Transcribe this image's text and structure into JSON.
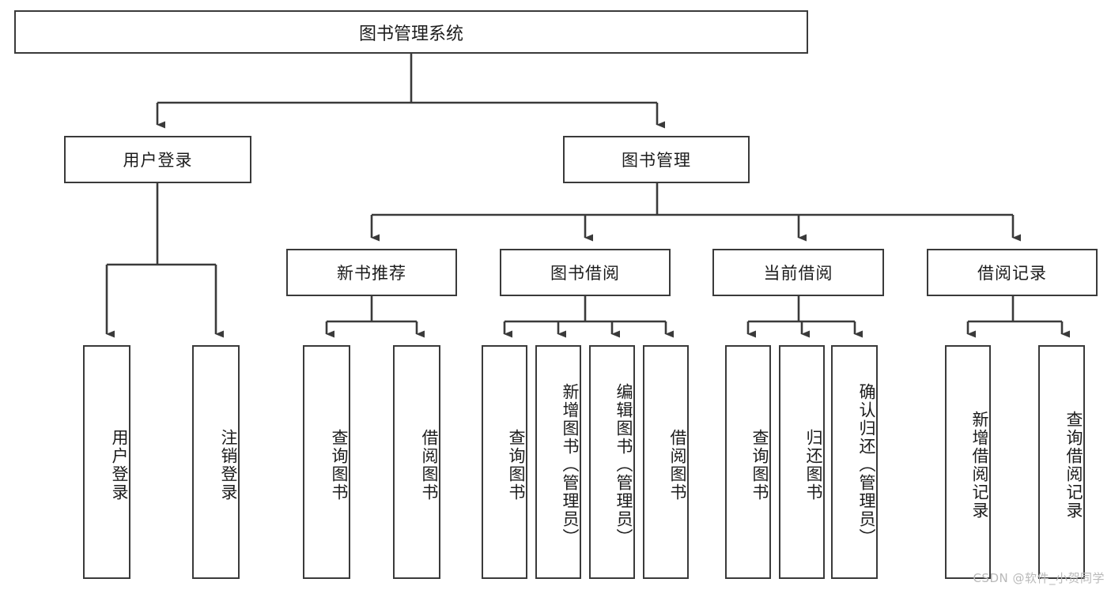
{
  "diagram": {
    "type": "tree",
    "title": "图书管理系统",
    "orientation": "top-down",
    "levels": 3,
    "colors": {
      "box_border": "#3a3a3a",
      "box_fill": "#ffffff",
      "connector": "#3a3a3a",
      "text": "#1c1c1c",
      "watermark": "#b9b9b9"
    }
  },
  "root": {
    "label": "图书管理系统"
  },
  "level2": [
    {
      "id": "user-login",
      "label": "用户登录"
    },
    {
      "id": "book-manage",
      "label": "图书管理"
    }
  ],
  "level3": [
    {
      "id": "new-book-recommend",
      "label": "新书推荐",
      "parent": "book-manage"
    },
    {
      "id": "book-borrow",
      "label": "图书借阅",
      "parent": "book-manage"
    },
    {
      "id": "current-borrow",
      "label": "当前借阅",
      "parent": "book-manage"
    },
    {
      "id": "borrow-record",
      "label": "借阅记录",
      "parent": "book-manage"
    }
  ],
  "leaves": {
    "user_login": [
      {
        "id": "leaf-user-login",
        "label": "用户登录"
      },
      {
        "id": "leaf-logout",
        "label": "注销登录"
      }
    ],
    "new_book_recommend": [
      {
        "id": "leaf-query-book-1",
        "label": "查询图书"
      },
      {
        "id": "leaf-borrow-book-1",
        "label": "借阅图书"
      }
    ],
    "book_borrow": [
      {
        "id": "leaf-query-book-2",
        "label": "查询图书"
      },
      {
        "id": "leaf-add-book",
        "label": "新增图书（管理员）"
      },
      {
        "id": "leaf-edit-book",
        "label": "编辑图书（管理员）"
      },
      {
        "id": "leaf-borrow-book-2",
        "label": "借阅图书"
      }
    ],
    "current_borrow": [
      {
        "id": "leaf-query-book-3",
        "label": "查询图书"
      },
      {
        "id": "leaf-return-book",
        "label": "归还图书"
      },
      {
        "id": "leaf-confirm-return",
        "label": "确认归还（管理员）"
      }
    ],
    "borrow_record": [
      {
        "id": "leaf-add-record",
        "label": "新增借阅记录"
      },
      {
        "id": "leaf-query-record",
        "label": "查询借阅记录"
      }
    ]
  },
  "watermark": {
    "text": "CSDN @软件_小贺同学"
  }
}
